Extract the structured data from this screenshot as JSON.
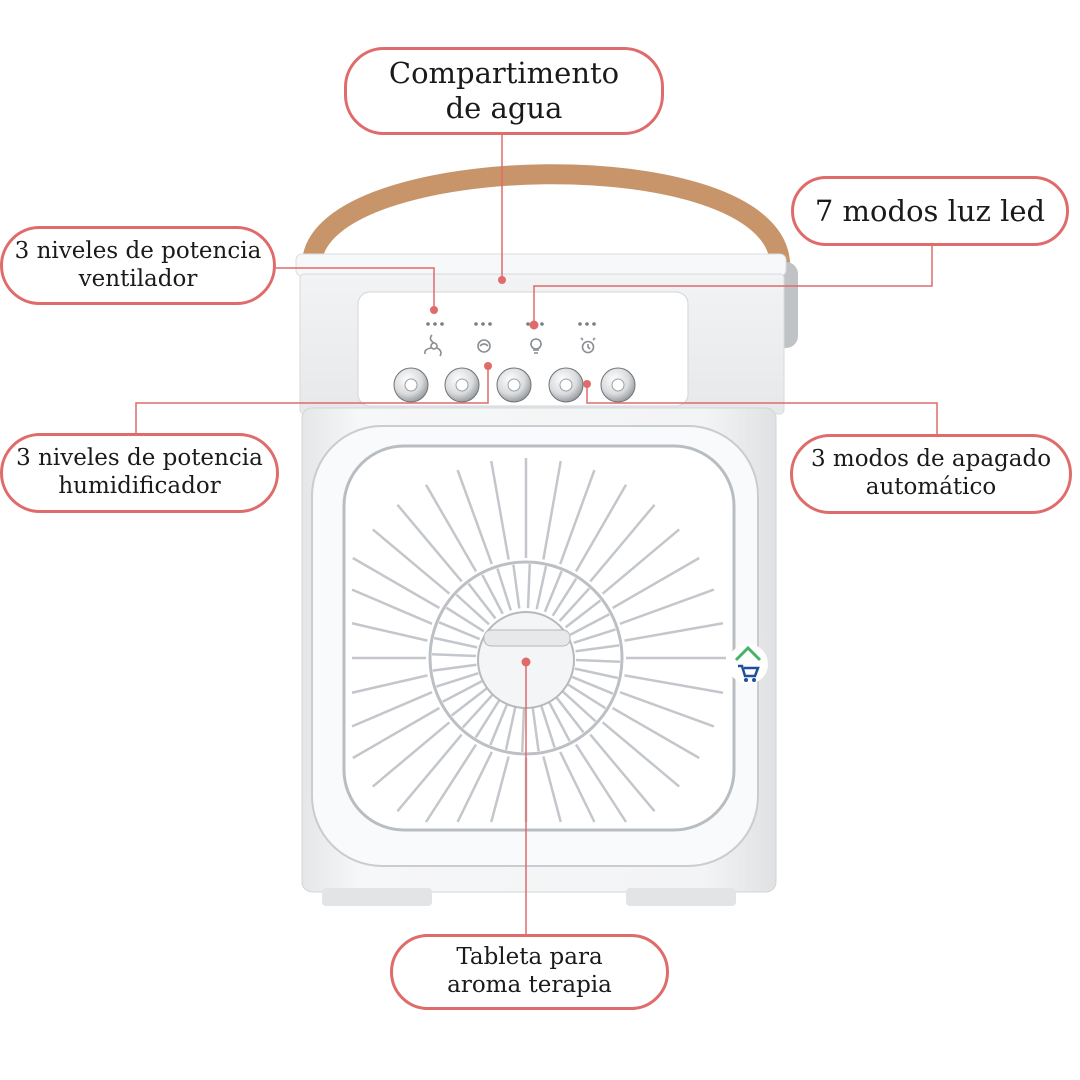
{
  "callouts": {
    "water_tank": [
      "Compartimento",
      "de agua"
    ],
    "led_modes": [
      "7 modos luz led"
    ],
    "fan_levels": [
      "3 niveles de potencia",
      "ventilador"
    ],
    "humidifier_levels": [
      "3 niveles de potencia",
      "humidificador"
    ],
    "auto_off": [
      "3 modos de apagado",
      "automático"
    ],
    "aroma": [
      "Tableta para",
      "aroma terapia"
    ]
  },
  "colors": {
    "accent": "#e06b6b",
    "device_body": "#f4f5f6",
    "handle": "#c8956b",
    "text": "#1a1a1a"
  },
  "icons": {
    "control_panel": [
      "fan-icon",
      "mist-icon",
      "bulb-icon",
      "timer-icon"
    ],
    "watermark": "home-cart-logo-icon"
  }
}
